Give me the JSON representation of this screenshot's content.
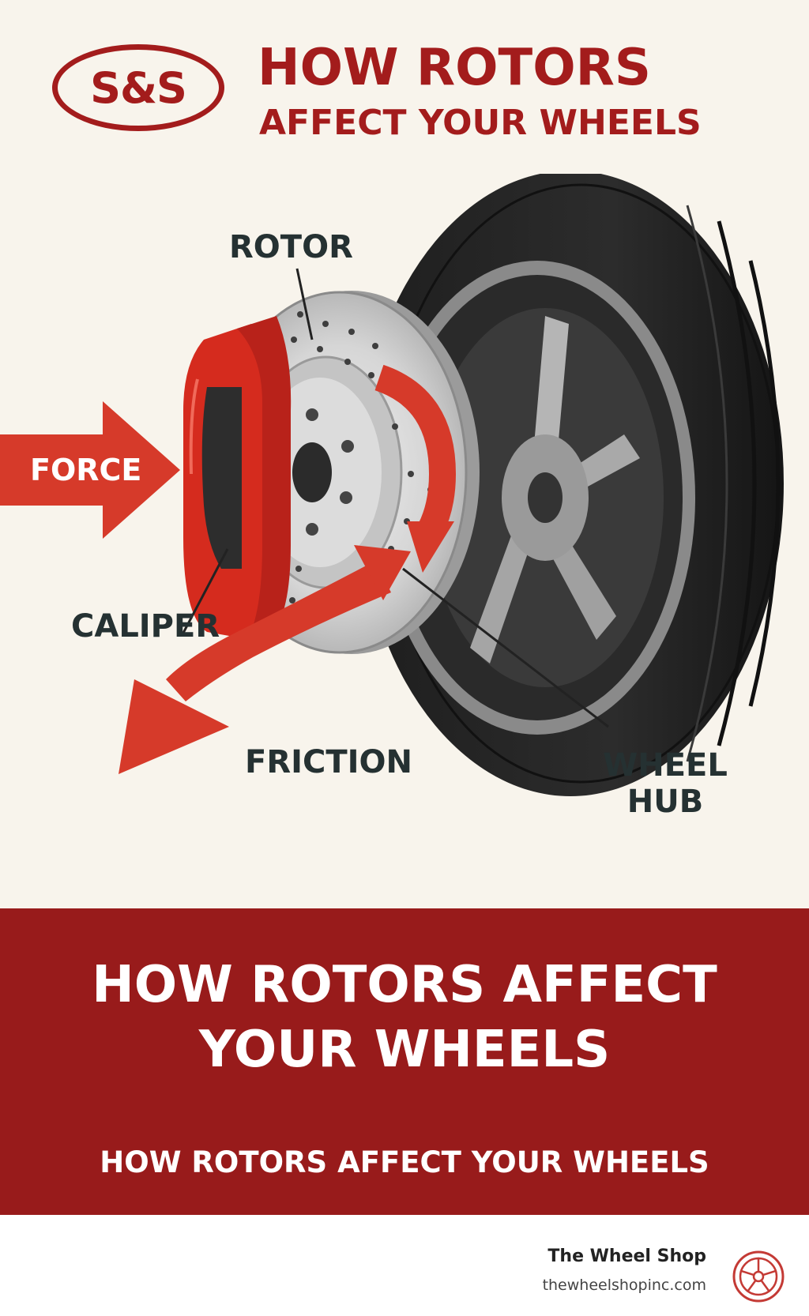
{
  "header": {
    "logo_text": "S&S",
    "title_line1": "HOW ROTORS",
    "title_line2": "AFFECT YOUR WHEELS"
  },
  "diagram": {
    "labels": {
      "rotor": "ROTOR",
      "force": "FORCE",
      "caliper": "CALIPER",
      "friction": "FRICTION",
      "wheel_hub_line1": "WHEEL",
      "wheel_hub_line2": "HUB"
    }
  },
  "banner": {
    "title_line1": "HOW ROTORS AFFECT",
    "title_line2": "YOUR WHEELS",
    "subtitle": "HOW ROTORS AFFECT YOUR WHEELS"
  },
  "footer": {
    "shop_name": "The Wheel Shop",
    "shop_url": "thewheelshopinc.com",
    "icon": "wheel-icon"
  },
  "colors": {
    "brand_red": "#a31c1c",
    "arrow_red": "#d63a2a",
    "caliper_red": "#d52b1e",
    "banner_red": "#981b1b",
    "background": "#f8f4ec",
    "label_dark": "#253132"
  }
}
